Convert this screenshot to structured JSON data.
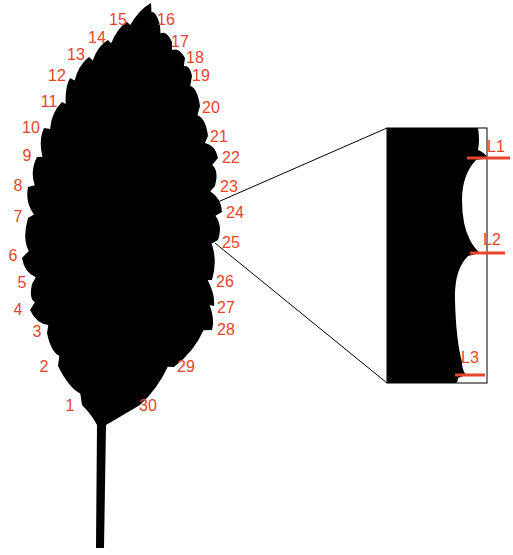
{
  "diagram": {
    "labels": [
      "1",
      "2",
      "3",
      "4",
      "5",
      "6",
      "7",
      "8",
      "9",
      "10",
      "11",
      "12",
      "13",
      "14",
      "15",
      "16",
      "17",
      "18",
      "19",
      "20",
      "21",
      "22",
      "23",
      "24",
      "25",
      "26",
      "27",
      "28",
      "29",
      "30",
      "L1",
      "L2",
      "L3"
    ]
  }
}
